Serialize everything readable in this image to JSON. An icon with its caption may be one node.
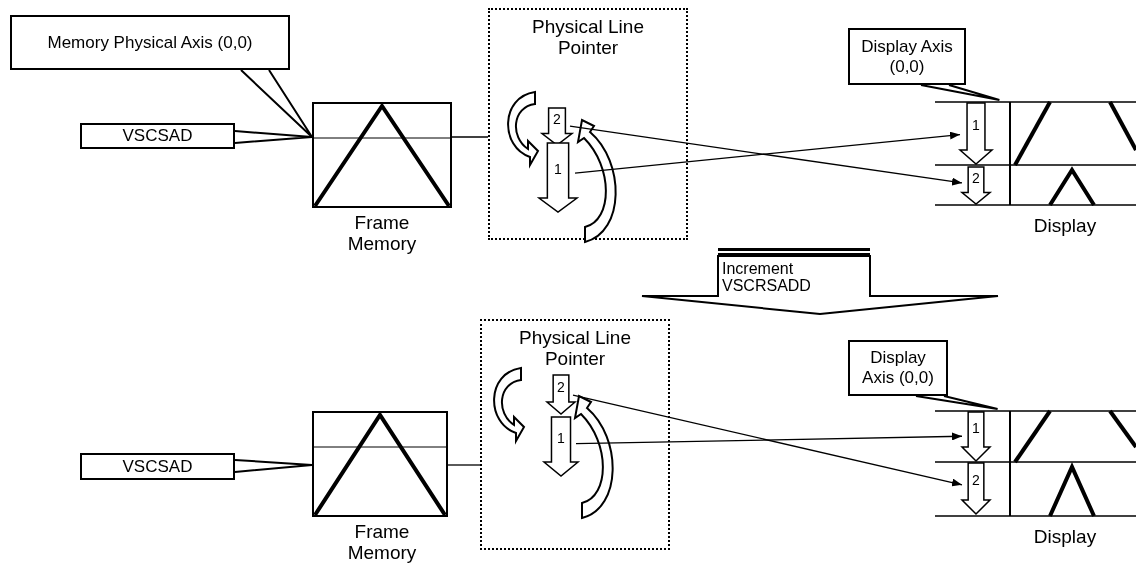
{
  "diagram": {
    "nodes": [
      {
        "text": [
          "Memory Physical Axis (0,0)"
        ]
      },
      {
        "text": [
          "VSCSAD"
        ]
      },
      {
        "text": [
          "Frame Memory"
        ]
      },
      {
        "text": [
          "Physical Line Pointer"
        ]
      },
      {
        "text": [
          "2"
        ],
        "in": 3
      },
      {
        "text": [
          "1"
        ],
        "in": 3
      },
      {
        "text": [
          "Display"
        ]
      },
      {
        "text": [
          "1"
        ],
        "in": 6
      },
      {
        "text": [
          "2"
        ],
        "in": 6
      },
      {
        "text": [
          "Display Axis (0,0)"
        ]
      },
      {
        "text": [
          "Increment VSCRSADD"
        ]
      },
      {
        "text": [
          "VSCSAD"
        ]
      },
      {
        "text": [
          "Frame Memory"
        ]
      },
      {
        "text": [
          "Physical Line Pointer"
        ]
      },
      {
        "text": [
          "2"
        ],
        "in": 13
      },
      {
        "text": [
          "1"
        ],
        "in": 13
      },
      {
        "text": [
          "Display"
        ]
      },
      {
        "text": [
          "1"
        ],
        "in": 16
      },
      {
        "text": [
          "2"
        ],
        "in": 16
      },
      {
        "text": [
          "Display Axis (0,0)"
        ]
      }
    ],
    "edges": [
      {
        "from": 0,
        "to": 2,
        "arrow": "none"
      },
      {
        "from": 1,
        "to": 2,
        "arrow": "none"
      },
      {
        "from": 2,
        "to": 3,
        "arrow": "none"
      },
      {
        "from": 5,
        "to": 7,
        "arrow": "to"
      },
      {
        "from": 4,
        "to": 8,
        "arrow": "to"
      },
      {
        "from": 9,
        "to": 6,
        "arrow": "none"
      },
      {
        "from": 11,
        "to": 12,
        "arrow": "none"
      },
      {
        "from": 12,
        "to": 13,
        "arrow": "none"
      },
      {
        "from": 15,
        "to": 17,
        "arrow": "to"
      },
      {
        "from": 14,
        "to": 18,
        "arrow": "to"
      },
      {
        "from": 19,
        "to": 16,
        "arrow": "none"
      }
    ]
  }
}
